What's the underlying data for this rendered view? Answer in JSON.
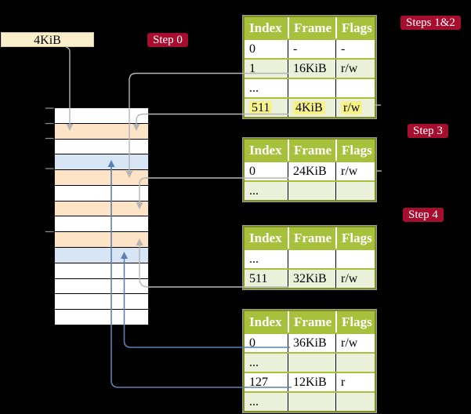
{
  "labels": {
    "page_size_box": "4KiB",
    "step_0": "Step 0",
    "steps_1_2": "Steps 1&2",
    "step_3": "Step 3",
    "step_4": "Step 4"
  },
  "page_tables": [
    {
      "headers": [
        "Index",
        "Frame",
        "Flags"
      ],
      "rows": [
        {
          "cells": [
            "0",
            "-",
            "-"
          ]
        },
        {
          "cells": [
            "1",
            "16KiB",
            "r/w"
          ]
        },
        {
          "cells": [
            "...",
            "",
            ""
          ]
        },
        {
          "cells": [
            "511",
            "4KiB",
            "r/w"
          ],
          "highlighted": true
        }
      ]
    },
    {
      "headers": [
        "Index",
        "Frame",
        "Flags"
      ],
      "rows": [
        {
          "cells": [
            "0",
            "24KiB",
            "r/w"
          ]
        },
        {
          "cells": [
            "...",
            "",
            ""
          ]
        }
      ]
    },
    {
      "headers": [
        "Index",
        "Frame",
        "Flags"
      ],
      "rows": [
        {
          "cells": [
            "...",
            "",
            ""
          ]
        },
        {
          "cells": [
            "511",
            "32KiB",
            "r/w"
          ]
        }
      ]
    },
    {
      "headers": [
        "Index",
        "Frame",
        "Flags"
      ],
      "rows": [
        {
          "cells": [
            "0",
            "36KiB",
            "r/w"
          ]
        },
        {
          "cells": [
            "...",
            "",
            ""
          ]
        },
        {
          "cells": [
            "127",
            "12KiB",
            "r"
          ]
        },
        {
          "cells": [
            "...",
            "",
            ""
          ]
        }
      ]
    }
  ],
  "memory_strip": {
    "row_colors": [
      "white",
      "orange",
      "white",
      "blue",
      "orange",
      "white",
      "orange",
      "white",
      "orange",
      "blue",
      "white",
      "white",
      "white",
      "white"
    ]
  },
  "colors": {
    "background": "#000000",
    "table_header_green": "#a8c13c",
    "table_row_green": "#eaf0d9",
    "table_border_olive": "#7e8e22",
    "highlight_yellow": "#f7f388",
    "page_size_box_cream": "#fbeecb",
    "strip_orange": "#fde4c6",
    "strip_blue": "#d8e5f4",
    "step_label_red": "#a60d2f",
    "connector_gray": "#b5b5b5",
    "connector_blue": "#5b80b2",
    "tick_gray": "#8a8a8a"
  }
}
